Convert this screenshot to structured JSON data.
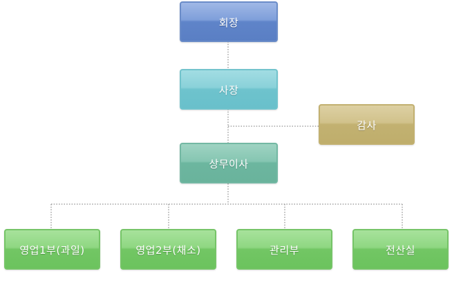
{
  "org_chart": {
    "chairman": "회장",
    "president": "사장",
    "auditor": "감사",
    "managing_director": "상무이사",
    "departments": [
      "영업1부(과일)",
      "영업2부(채소)",
      "관리부",
      "전산실"
    ]
  },
  "colors": {
    "chairman": "#6f90d1",
    "president": "#7ecad3",
    "managing_director": "#7cbfaa",
    "auditor": "#cbbb80",
    "departments": "#80ce72",
    "connector": "#a0a0a0"
  }
}
